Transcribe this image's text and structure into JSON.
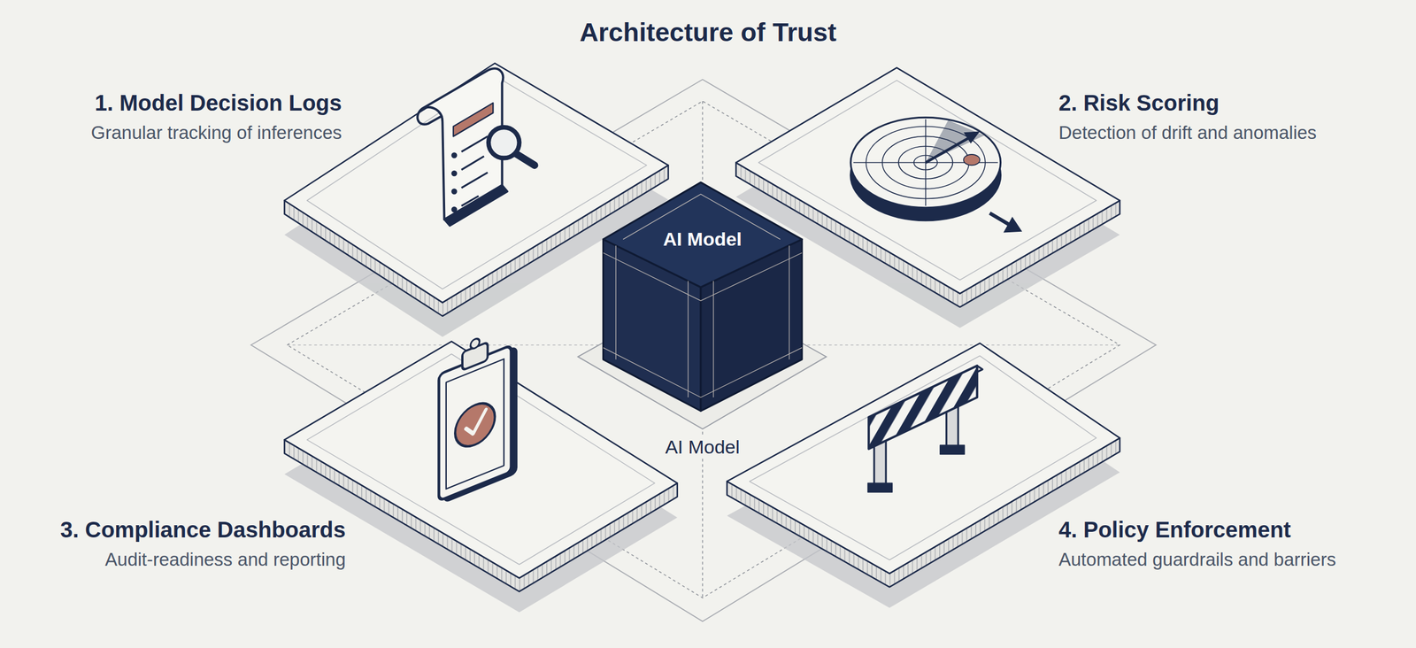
{
  "diagram": {
    "title": "Architecture of Trust",
    "nodes": [
      {
        "text": [
          "1. Model Decision Logs",
          "Granular tracking of inferences"
        ]
      },
      {
        "text": [
          "2. Risk Scoring",
          "Detection of drift and anomalies"
        ]
      },
      {
        "text": [
          "AI Model",
          "AI Model"
        ]
      },
      {
        "text": [
          "3. Compliance Dashboards",
          "Audit-readiness and reporting"
        ]
      },
      {
        "text": [
          "4. Policy Enforcement",
          "Automated guardrails and barriers"
        ]
      }
    ]
  }
}
